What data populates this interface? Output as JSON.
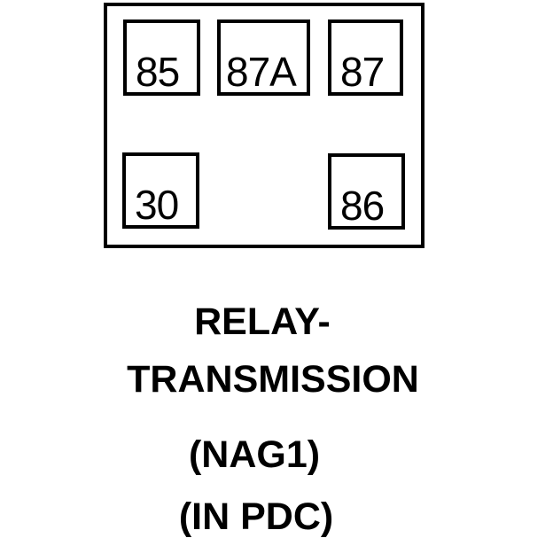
{
  "figure_type": "relay-pinout-diagram",
  "relay": {
    "pins": [
      {
        "id": "85",
        "label": "85",
        "position": "top-left"
      },
      {
        "id": "87A",
        "label": "87A",
        "position": "top-center"
      },
      {
        "id": "87",
        "label": "87",
        "position": "top-right"
      },
      {
        "id": "30",
        "label": "30",
        "position": "bottom-left"
      },
      {
        "id": "86",
        "label": "86",
        "position": "bottom-right"
      }
    ]
  },
  "caption": {
    "lines": [
      "RELAY-",
      "TRANSMISSION",
      "(NAG1)",
      "(IN PDC)"
    ]
  },
  "colors": {
    "line": "#000000",
    "background": "#ffffff"
  }
}
